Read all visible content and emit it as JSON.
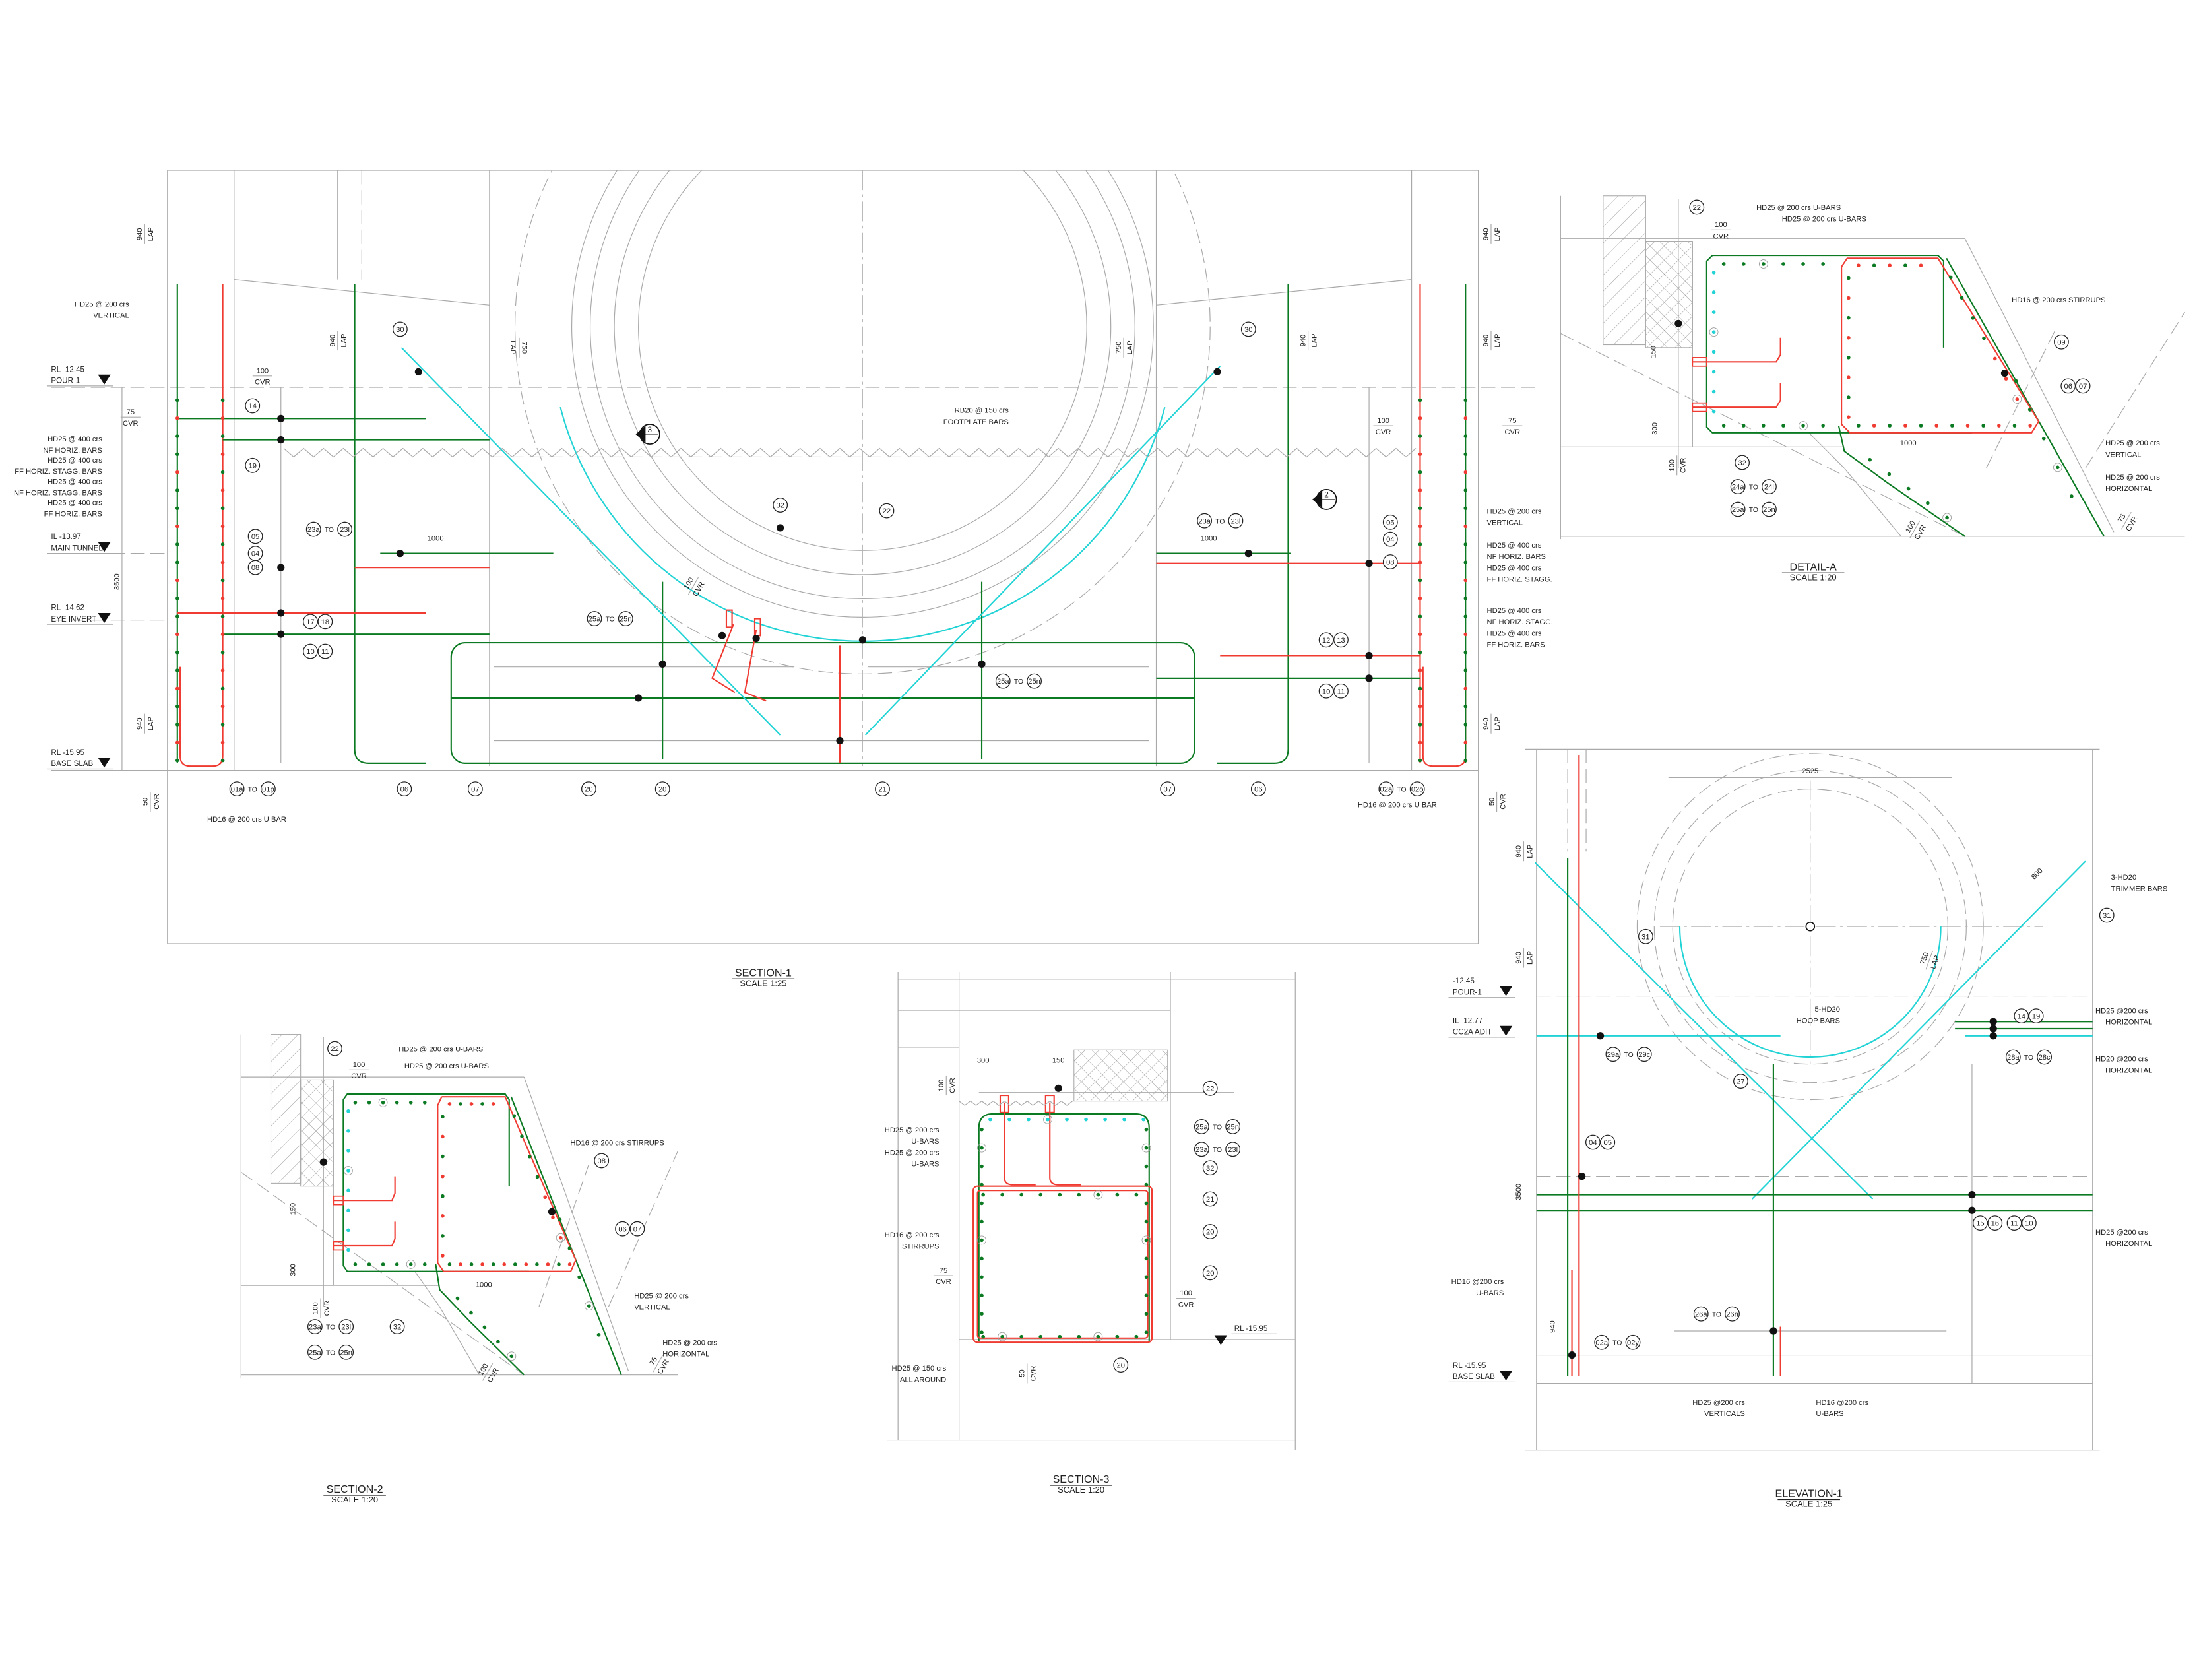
{
  "colors": {
    "green": "#0b7a22",
    "red": "#ef3b32",
    "cyan": "#22d3d6"
  },
  "section1": {
    "title": "SECTION-1",
    "scale": "SCALE 1:25",
    "levels": [
      {
        "rl": "RL -12.45",
        "name": "POUR-1"
      },
      {
        "rl": "IL -13.97",
        "name": "MAIN TUNNEL"
      },
      {
        "rl": "RL -14.62",
        "name": "EYE INVERT"
      },
      {
        "rl": "RL -15.95",
        "name": "BASE SLAB"
      }
    ],
    "notes": [
      "HD25 @ 200 crs",
      "VERTICAL",
      "HD25 @ 400 crs",
      "NF HORIZ. BARS",
      "HD25 @ 400 crs",
      "FF HORIZ. STAGG. BARS",
      "HD25 @ 400 crs",
      "NF HORIZ. STAGG. BARS",
      "HD25 @ 400 crs",
      "FF HORIZ. BARS",
      "HD16 @ 200 crs U BAR",
      "HD16 @ 200 crs U BAR",
      "RB20 @ 150 crs",
      "FOOTPLATE BARS",
      "HD25 @ 200 crs",
      "VERTICAL",
      "HD25 @ 400 crs",
      "NF HORIZ. BARS",
      "HD25 @ 400 crs",
      "FF HORIZ. STAGG.",
      "HD25 @ 400 crs",
      "NF HORIZ. STAGG.",
      "HD25 @ 400 crs",
      "FF HORIZ. BARS"
    ],
    "bubbles": [
      "14",
      "19",
      "05",
      "04",
      "08",
      {
        "from": "23a",
        "sep": "TO",
        "to": "23l"
      },
      {
        "ids": [
          "17",
          "18"
        ]
      },
      {
        "ids": [
          "10",
          "11"
        ]
      },
      "30",
      "32",
      "22",
      {
        "from": "25a",
        "sep": "TO",
        "to": "25n"
      },
      {
        "from": "25a",
        "sep": "TO",
        "to": "25n"
      },
      "30",
      {
        "from": "23a",
        "sep": "TO",
        "to": "23l"
      },
      "05",
      "04",
      "08",
      {
        "ids": [
          "12",
          "13"
        ]
      },
      {
        "ids": [
          "10",
          "11"
        ]
      },
      {
        "from": "01a",
        "sep": "TO",
        "to": "01p"
      },
      "06",
      "07",
      "20",
      "20",
      "21",
      "07",
      "06",
      {
        "from": "02a",
        "sep": "TO",
        "to": "02o"
      }
    ],
    "section_marks": [
      "3",
      "2"
    ],
    "dims": [
      {
        "value": "940",
        "note": "LAP"
      },
      {
        "value": "940",
        "note": "LAP"
      },
      {
        "value": "940",
        "note": "LAP"
      },
      {
        "value": "50",
        "note": "CVR"
      },
      {
        "value": "100",
        "note": "CVR"
      },
      {
        "value": "75",
        "note": "CVR"
      },
      {
        "value": "3500"
      },
      {
        "value": "1000"
      },
      {
        "value": "750",
        "note": "LAP"
      },
      {
        "value": "100",
        "note": "CVR"
      },
      {
        "value": "750",
        "note": "LAP"
      },
      {
        "value": "1000"
      },
      {
        "value": "100",
        "note": "CVR"
      },
      {
        "value": "75",
        "note": "CVR"
      },
      {
        "value": "940",
        "note": "LAP"
      },
      {
        "value": "940",
        "note": "LAP"
      },
      {
        "value": "940",
        "note": "LAP"
      },
      {
        "value": "940",
        "note": "LAP"
      },
      {
        "value": "50",
        "note": "CVR"
      }
    ]
  },
  "detail_a": {
    "title": "DETAIL-A",
    "scale": "SCALE 1:20",
    "notes": [
      "HD25 @ 200 crs U-BARS",
      "HD25 @ 200 crs U-BARS",
      "HD16 @ 200 crs STIRRUPS",
      "HD25 @ 200 crs",
      "VERTICAL",
      "HD25 @ 200 crs",
      "HORIZONTAL"
    ],
    "bubbles": [
      "22",
      "09",
      {
        "ids": [
          "06",
          "07"
        ]
      },
      "32",
      {
        "from": "24a",
        "sep": "TO",
        "to": "24l"
      },
      {
        "from": "25a",
        "sep": "TO",
        "to": "25n"
      }
    ],
    "dims": [
      {
        "value": "100",
        "note": "CVR"
      },
      {
        "value": "150"
      },
      {
        "value": "300"
      },
      {
        "value": "100",
        "note": "CVR"
      },
      {
        "value": "1000"
      },
      {
        "value": "100",
        "note": "CVR"
      },
      {
        "value": "75",
        "note": "CVR"
      }
    ]
  },
  "section2": {
    "title": "SECTION-2",
    "scale": "SCALE 1:20",
    "notes": [
      "HD25 @ 200 crs U-BARS",
      "HD25 @ 200 crs U-BARS",
      "HD16 @ 200 crs STIRRUPS",
      "HD25 @ 200 crs",
      "VERTICAL",
      "HD25 @ 200 crs",
      "HORIZONTAL"
    ],
    "bubbles": [
      "22",
      "08",
      {
        "ids": [
          "06",
          "07"
        ]
      },
      {
        "from": "23a",
        "sep": "TO",
        "to": "23l"
      },
      "32",
      {
        "from": "25a",
        "sep": "TO",
        "to": "25n"
      }
    ],
    "dims": [
      {
        "value": "100",
        "note": "CVR"
      },
      {
        "value": "150"
      },
      {
        "value": "300"
      },
      {
        "value": "100",
        "note": "CVR"
      },
      {
        "value": "1000"
      },
      {
        "value": "100",
        "note": "CVR"
      },
      {
        "value": "75",
        "note": "CVR"
      }
    ]
  },
  "section3": {
    "title": "SECTION-3",
    "scale": "SCALE 1:20",
    "level": "RL -15.95",
    "notes": [
      "HD25 @ 200 crs",
      "U-BARS",
      "HD25 @ 200 crs",
      "U-BARS",
      "HD16 @ 200 crs",
      "STIRRUPS",
      "HD25 @ 150 crs",
      "ALL AROUND"
    ],
    "bubbles": [
      "22",
      {
        "from": "25a",
        "sep": "TO",
        "to": "25n"
      },
      {
        "from": "23a",
        "sep": "TO",
        "to": "23l"
      },
      "32",
      "21",
      "20",
      "20",
      "20"
    ],
    "dims": [
      {
        "value": "300"
      },
      {
        "value": "150"
      },
      {
        "value": "100",
        "note": "CVR"
      },
      {
        "value": "75",
        "note": "CVR"
      },
      {
        "value": "100",
        "note": "CVR"
      },
      {
        "value": "50",
        "note": "CVR"
      }
    ]
  },
  "elevation1": {
    "title": "ELEVATION-1",
    "scale": "SCALE 1:25",
    "levels": [
      {
        "rl": "-12.45",
        "name": "POUR-1"
      },
      {
        "rl": "IL -12.77",
        "name": "CC2A ADIT"
      },
      {
        "rl": "RL -15.95",
        "name": "BASE SLAB"
      }
    ],
    "notes": [
      "3-HD20",
      "TRIMMER BARS",
      "5-HD20",
      "HOOP BARS",
      "HD25 @200 crs",
      "HORIZONTAL",
      "HD20 @200 crs",
      "HORIZONTAL",
      "HD25 @200 crs",
      "HORIZONTAL",
      "HD16 @200 crs",
      "U-BARS",
      "HD25 @200 crs",
      "VERTICALS",
      "HD16 @200 crs",
      "U-BARS"
    ],
    "bubbles": [
      "31",
      "31",
      {
        "ids": [
          "14",
          "19"
        ]
      },
      {
        "from": "28a",
        "sep": "TO",
        "to": "28c"
      },
      {
        "from": "29a",
        "sep": "TO",
        "to": "29c"
      },
      "27",
      {
        "ids": [
          "04",
          "05"
        ]
      },
      {
        "ids": [
          "15",
          "16"
        ]
      },
      {
        "ids": [
          "11",
          "10"
        ]
      },
      {
        "from": "26a",
        "sep": "TO",
        "to": "26n"
      },
      {
        "from": "02a",
        "sep": "TO",
        "to": "02y"
      }
    ],
    "dims": [
      {
        "value": "2525"
      },
      {
        "value": "800"
      },
      {
        "value": "940",
        "note": "LAP"
      },
      {
        "value": "940",
        "note": "LAP"
      },
      {
        "value": "750",
        "note": "LAP"
      },
      {
        "value": "3500"
      },
      {
        "value": "940"
      }
    ]
  }
}
